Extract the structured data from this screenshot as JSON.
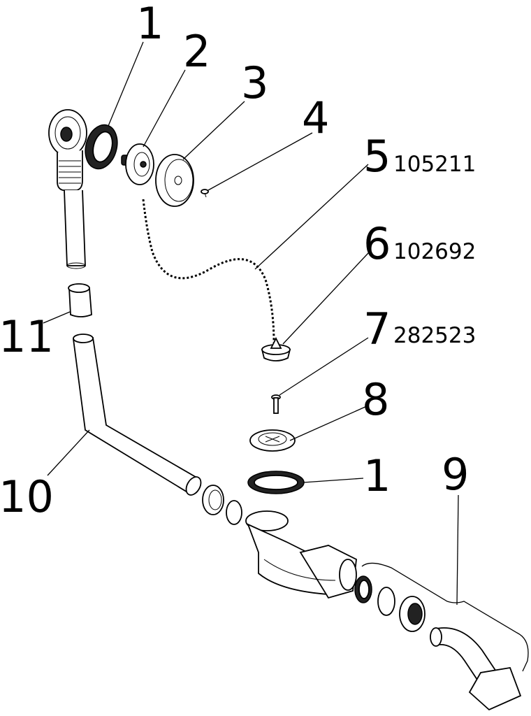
{
  "diagram": {
    "callouts": [
      {
        "number": "1"
      },
      {
        "number": "2"
      },
      {
        "number": "3"
      },
      {
        "number": "4"
      },
      {
        "number": "5",
        "code": "105211"
      },
      {
        "number": "6",
        "code": "102692"
      },
      {
        "number": "7",
        "code": "282523"
      },
      {
        "number": "8"
      },
      {
        "number": "1"
      },
      {
        "number": "9"
      },
      {
        "number": "10"
      },
      {
        "number": "11"
      }
    ]
  }
}
